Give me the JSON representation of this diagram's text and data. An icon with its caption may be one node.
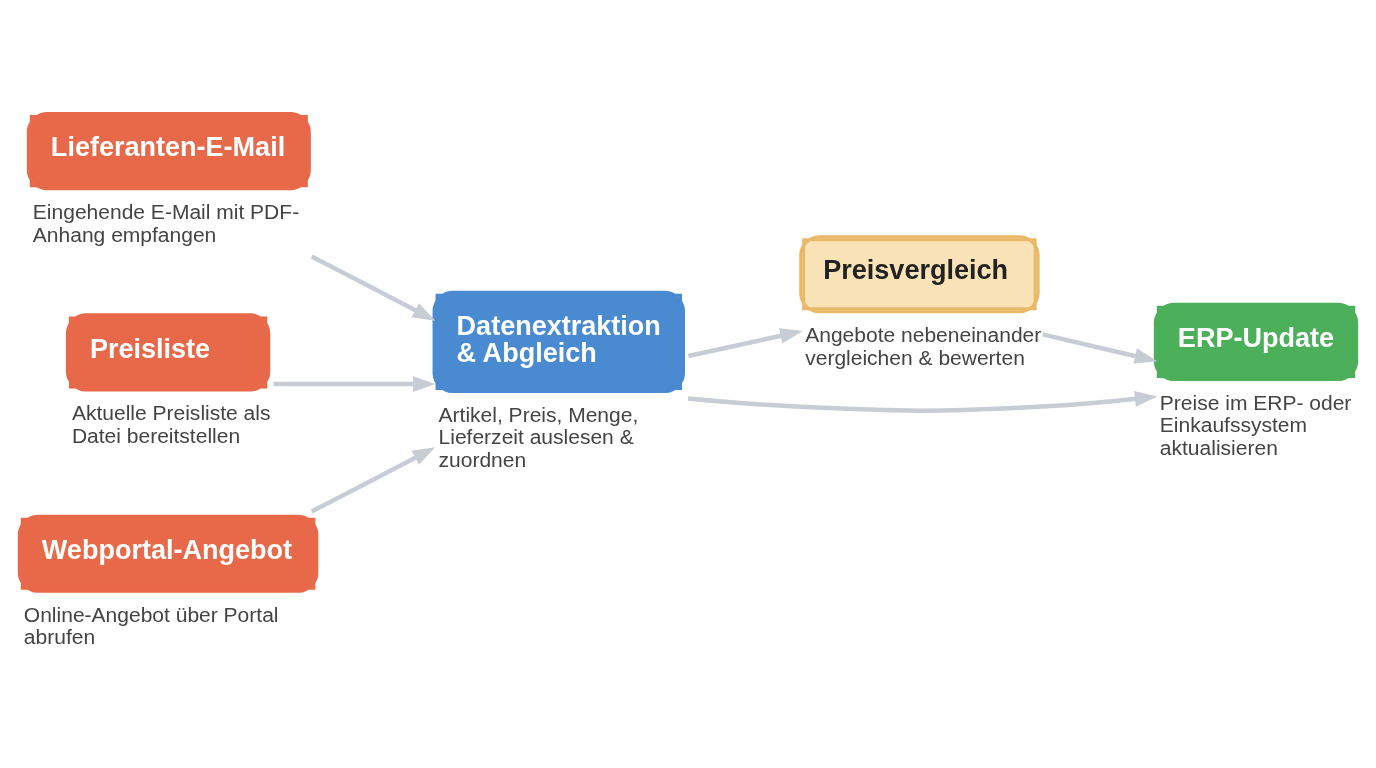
{
  "diagram": {
    "nodes": [
      {
        "text": [
          "Lieferanten-E-Mail"
        ],
        "beside": [
          "Eingehende E-Mail mit PDF-Anhang empfangen"
        ]
      },
      {
        "text": [
          "Preisliste"
        ],
        "beside": [
          "Aktuelle Preisliste als Datei bereitstellen"
        ]
      },
      {
        "text": [
          "Webportal-Angebot"
        ],
        "beside": [
          "Online-Angebot über Portal abrufen"
        ]
      },
      {
        "text": [
          "Datenextraktion & Abgleich"
        ],
        "beside": [
          "Artikel, Preis, Menge, Lieferzeit auslesen & zuordnen"
        ]
      },
      {
        "text": [
          "Preisvergleich"
        ],
        "beside": [
          "Angebote nebeneinander vergleichen & bewerten"
        ]
      },
      {
        "text": [
          "ERP-Update"
        ],
        "beside": [
          "Preise im ERP- oder Einkaufssystem aktualisieren"
        ]
      }
    ],
    "edges": [
      {
        "from": 0,
        "to": 3,
        "arrow": "to"
      },
      {
        "from": 1,
        "to": 3,
        "arrow": "to"
      },
      {
        "from": 2,
        "to": 3,
        "arrow": "to"
      },
      {
        "from": 3,
        "to": 4,
        "arrow": "to"
      },
      {
        "from": 4,
        "to": 5,
        "arrow": "to"
      },
      {
        "from": 3,
        "to": 5,
        "arrow": "to"
      }
    ]
  }
}
